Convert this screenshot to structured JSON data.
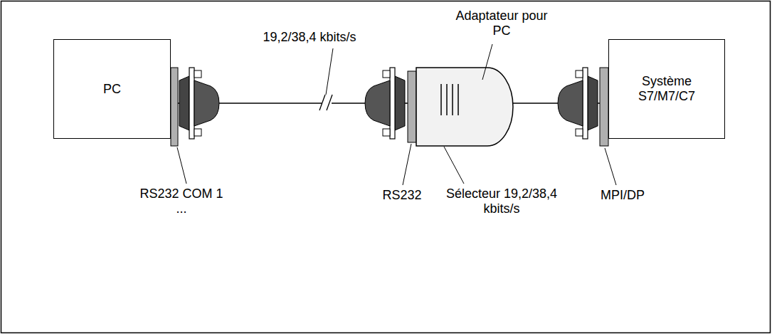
{
  "diagram": {
    "nodes": [
      {
        "text": [
          "PC"
        ]
      },
      {
        "text": [
          "Système S7/M7/C7"
        ]
      }
    ],
    "edges": [
      {
        "from": 0,
        "to": 1,
        "arrow": "none"
      }
    ],
    "labels": [
      "19,2/38,4 kbits/s",
      "Adaptateur pour PC",
      "RS232 COM 1 ...",
      "RS232",
      "Sélecteur 19,2/38,4 kbits/s",
      "MPI/DP"
    ]
  }
}
